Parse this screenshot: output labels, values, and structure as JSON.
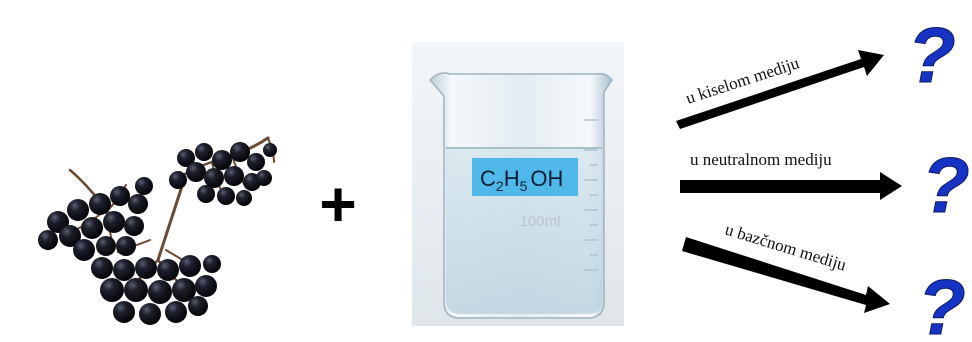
{
  "reagent": {
    "formula_parts": [
      "C",
      "2",
      "H",
      "5",
      "OH"
    ],
    "volume_mark": "100ml"
  },
  "operator": "+",
  "outcomes": [
    {
      "label": "u kiselom mediju",
      "result": "?"
    },
    {
      "label": "u neutralnom mediju",
      "result": "?"
    },
    {
      "label": "u bazčnom mediju",
      "result": "?"
    }
  ],
  "colors": {
    "berry": "#15161f",
    "stem": "#6b4a33",
    "beaker_label_bg": "#4fb8e8",
    "arrow": "#000000",
    "question_mark": "#1733c4"
  }
}
